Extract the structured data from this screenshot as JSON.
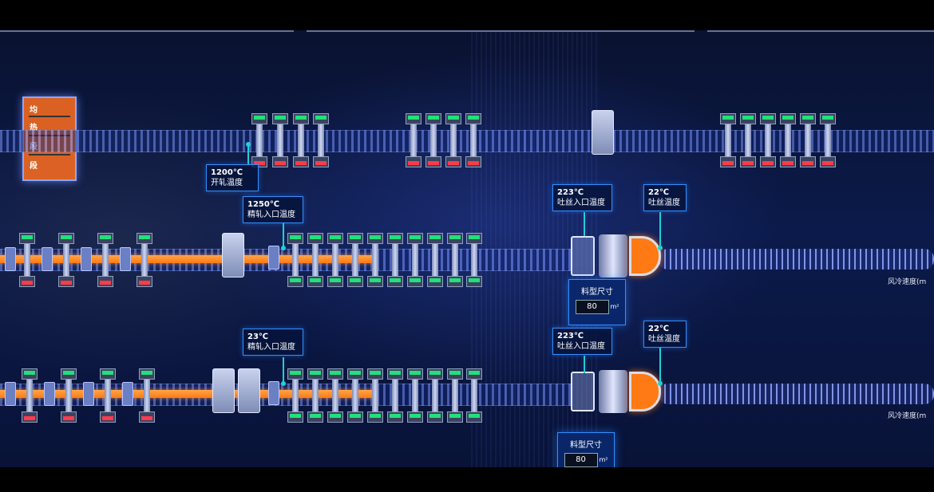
{
  "labels": {
    "rolling_start_temp": {
      "value": "1200℃",
      "name": "开轧温度"
    },
    "line2_finish_entry": {
      "value": "1250℃",
      "name": "精轧入口温度"
    },
    "line2_laying_entry": {
      "value": "223℃",
      "name": "吐丝入口温度"
    },
    "line2_laying_temp": {
      "value": "22℃",
      "name": "吐丝温度"
    },
    "line3_finish_entry": {
      "value": "23℃",
      "name": "精轧入口温度"
    },
    "line3_laying_entry": {
      "value": "223℃",
      "name": "吐丝入口温度"
    },
    "line3_laying_temp": {
      "value": "22℃",
      "name": "吐丝温度"
    }
  },
  "size_cards": [
    {
      "title": "料型尺寸",
      "value": "80",
      "unit": "m²"
    },
    {
      "title": "料型尺寸",
      "value": "80",
      "unit": "m²"
    }
  ],
  "furnace": {
    "chars": [
      "均",
      "热",
      "段",
      "段"
    ]
  },
  "edge_texts": {
    "line2_fan": "风冷速度(m",
    "line3_fan": "风冷速度(m"
  },
  "colors": {
    "accent": "#2f8fff",
    "hot_steel": "#ff7a14",
    "status_ok": "#22e07a",
    "status_alarm": "#ff3b4a"
  }
}
